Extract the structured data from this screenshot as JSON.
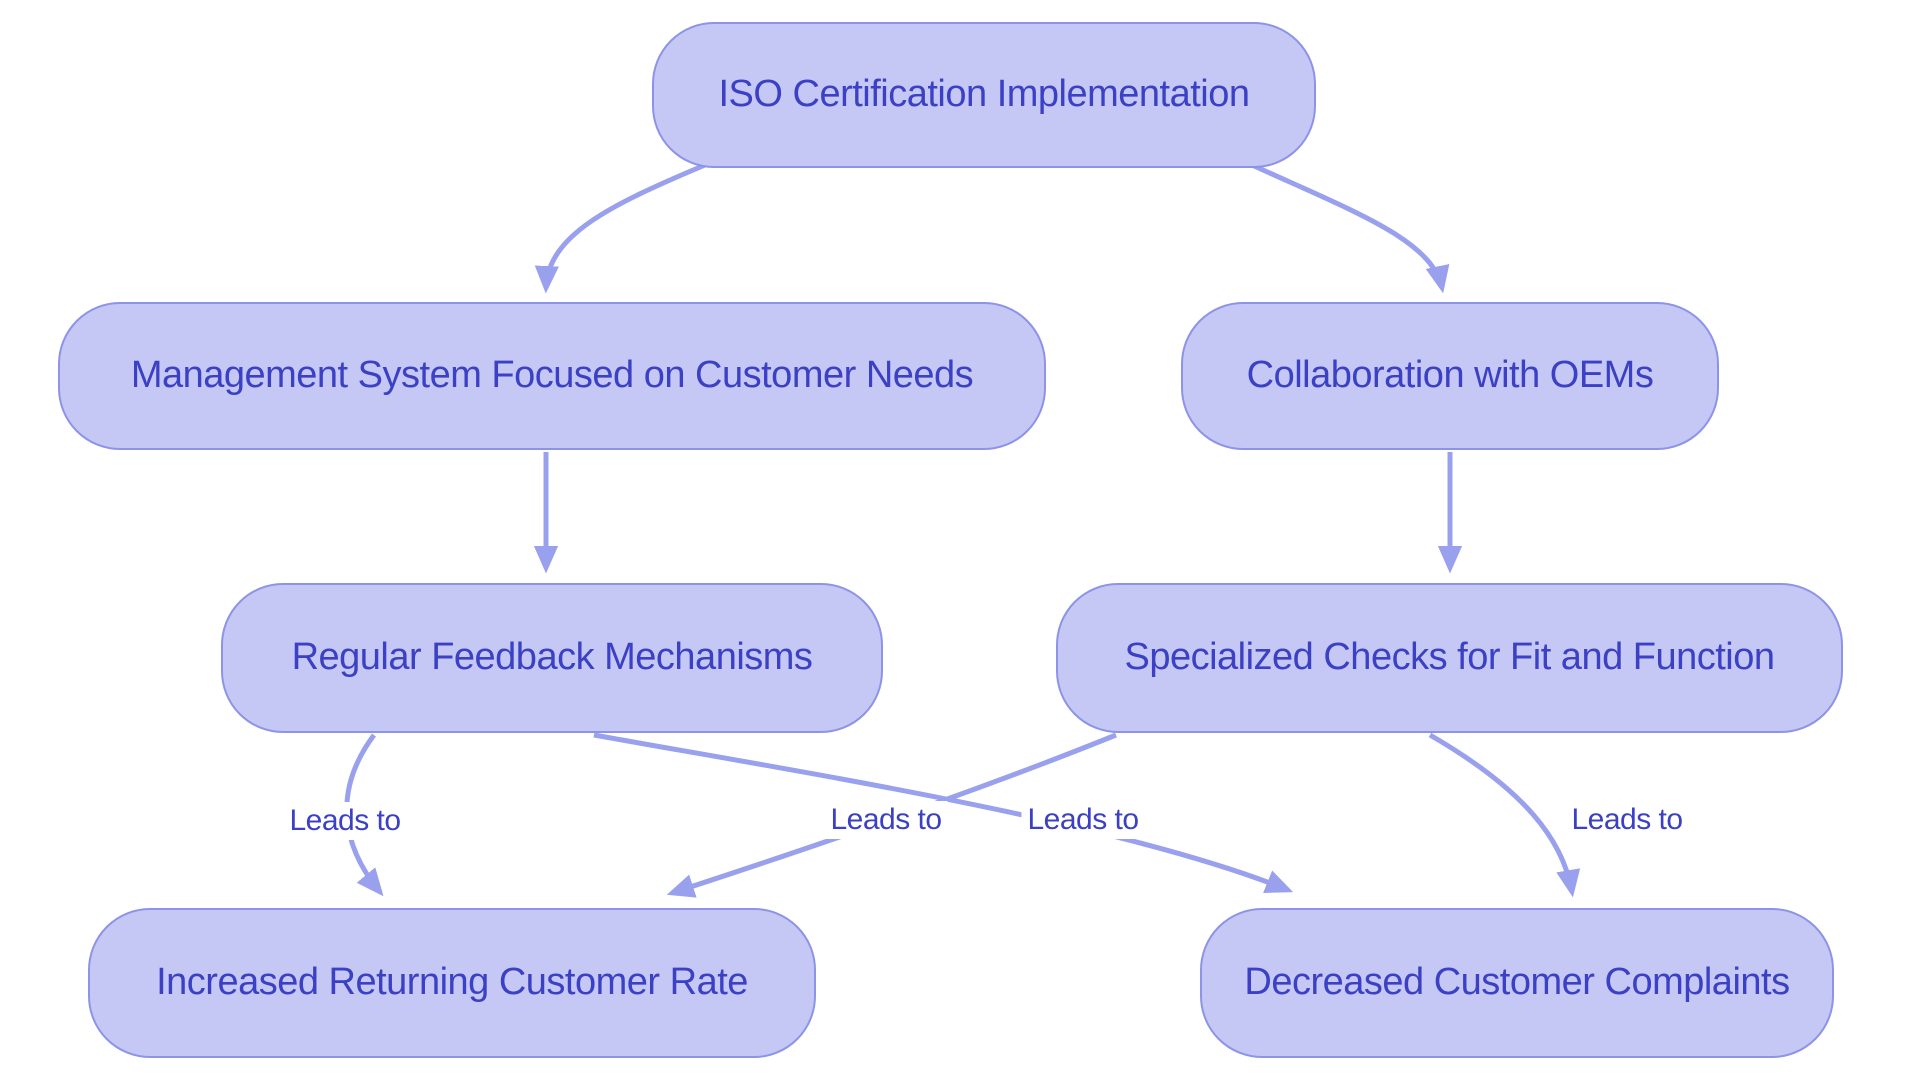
{
  "diagram": {
    "type": "flowchart",
    "direction": "top-down",
    "background": "#ffffff",
    "colors": {
      "node_fill": "#c5c8f4",
      "node_border": "#8d94e8",
      "node_text": "#3b40c4",
      "edge_line": "#99a0ed",
      "edge_label_text": "#3b40c4",
      "background": "#ffffff"
    },
    "nodes": [
      {
        "id": "iso",
        "label": "ISO Certification Implementation"
      },
      {
        "id": "mgmt",
        "label": "Management System Focused on Customer Needs"
      },
      {
        "id": "collab",
        "label": "Collaboration with OEMs"
      },
      {
        "id": "feedback",
        "label": "Regular Feedback Mechanisms"
      },
      {
        "id": "checks",
        "label": "Specialized Checks for Fit and Function"
      },
      {
        "id": "returning",
        "label": "Increased Returning Customer Rate"
      },
      {
        "id": "complaints",
        "label": "Decreased Customer Complaints"
      }
    ],
    "edges": [
      {
        "from": "iso",
        "to": "mgmt",
        "label": ""
      },
      {
        "from": "iso",
        "to": "collab",
        "label": ""
      },
      {
        "from": "mgmt",
        "to": "feedback",
        "label": ""
      },
      {
        "from": "collab",
        "to": "checks",
        "label": ""
      },
      {
        "from": "feedback",
        "to": "returning",
        "label": "Leads to"
      },
      {
        "from": "feedback",
        "to": "complaints",
        "label": "Leads to"
      },
      {
        "from": "checks",
        "to": "returning",
        "label": "Leads to"
      },
      {
        "from": "checks",
        "to": "complaints",
        "label": "Leads to"
      }
    ]
  }
}
